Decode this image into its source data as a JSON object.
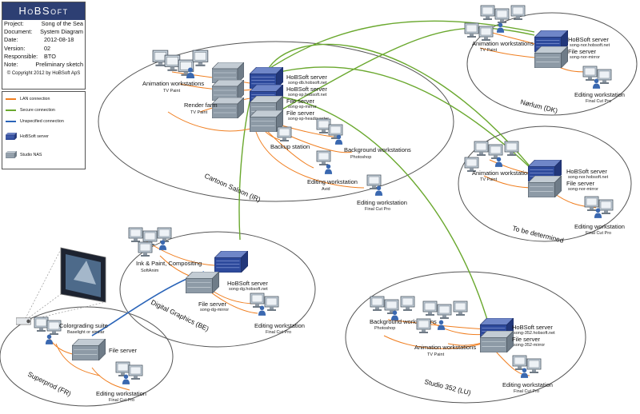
{
  "title_block": {
    "logo": "HoBSoft",
    "rows": [
      {
        "key": "Project:",
        "value": "Song of the Sea"
      },
      {
        "key": "Document:",
        "value": "System Diagram"
      },
      {
        "key": "Date:",
        "value": "2012-08-18"
      },
      {
        "key": "Version:",
        "value": "02"
      },
      {
        "key": "Responsible:",
        "value": "BTO"
      },
      {
        "key": "Note:",
        "value": "Preliminary sketch"
      }
    ],
    "copyright": "© Copyright 2012 by HoBSoft ApS"
  },
  "legend": {
    "lan": "LAN connection",
    "secure": "Secure connection",
    "unspecified": "Unspecified connection",
    "hobsoft_server": "HoBSoft server",
    "studio_nas": "Studio NAS"
  },
  "colors": {
    "lan": "#f07f21",
    "secure": "#6aa82e",
    "unspecified": "#2a64b8",
    "hobsoft_server": "#2e4a9c",
    "nas": "#8d9aa6",
    "workstation": "#a9b9c8",
    "person": "#3a68b0"
  },
  "sites": {
    "cartoon": {
      "name": "Cartoon Saloon (IR)",
      "anim_title": "Animation workstations",
      "anim_sub": "TV Paint",
      "render_title": "Render farm",
      "render_sub": "TV Paint",
      "srv1_title": "HoBSoft server",
      "srv1_sub": "song-db.hobsoft.net",
      "srv2_title": "HoBSoft server",
      "srv2_sub": "song-sp.hobsoft.net",
      "fs1_title": "File server",
      "fs1_sub": "song-sp-mirror",
      "fs2_title": "File server",
      "fs2_sub": "song-sp-headquarter",
      "backup": "Backup station",
      "bg_title": "Background workstations",
      "bg_sub": "Photoshop",
      "edit1_title": "Editing workstation",
      "edit1_sub": "Avid",
      "edit2_title": "Editing workstation",
      "edit2_sub": "Final Cut Pro"
    },
    "norlum": {
      "name": "Nørlum (DK)",
      "anim_title": "Animation workstations",
      "anim_sub": "TV Paint",
      "srv_title": "HoBSoft server",
      "srv_sub": "song-nor.hobsoft.net",
      "fs_title": "File server",
      "fs_sub": "song-nor-mirror",
      "edit_title": "Editing workstation",
      "edit_sub": "Final Cut Pro"
    },
    "tbd": {
      "name": "To be determined",
      "anim_title": "Animation workstations",
      "anim_sub": "TV Paint",
      "srv_title": "HoBSoft server",
      "srv_sub": "song-nor.hobsoft.net",
      "fs_title": "File server",
      "fs_sub": "song-nor-mirror",
      "edit_title": "Editing workstation",
      "edit_sub": "Final Cut Pro"
    },
    "digital": {
      "name": "Digital Graphics (BE)",
      "ink_title": "Ink & Paint, Compositing",
      "ink_sub": "SoftAnim",
      "srv_title": "HoBSoft server",
      "srv_sub": "song-dg.hobsoft.net",
      "fs_title": "File server",
      "fs_sub": "song-dg-mirror",
      "edit_title": "Editing workstation",
      "edit_sub": "Final Cut Pro"
    },
    "superprod": {
      "name": "Superprod (FR)",
      "cg_title": "Colorgrading suite",
      "cg_sub": "Baselight or similar",
      "fs_title": "File server",
      "edit_title": "Editing workstation",
      "edit_sub": "Final Cut Pro"
    },
    "studio352": {
      "name": "Studio 352 (LU)",
      "bg_title": "Background workstations",
      "bg_sub": "Photoshop",
      "anim_title": "Animation workstations",
      "anim_sub": "TV Paint",
      "srv_title": "HoBSoft server",
      "srv_sub": "song-352.hobsoft.net",
      "fs_title": "File server",
      "fs_sub": "song-352-mirror",
      "edit_title": "Editing workstation",
      "edit_sub": "Final Cut Pro"
    }
  }
}
